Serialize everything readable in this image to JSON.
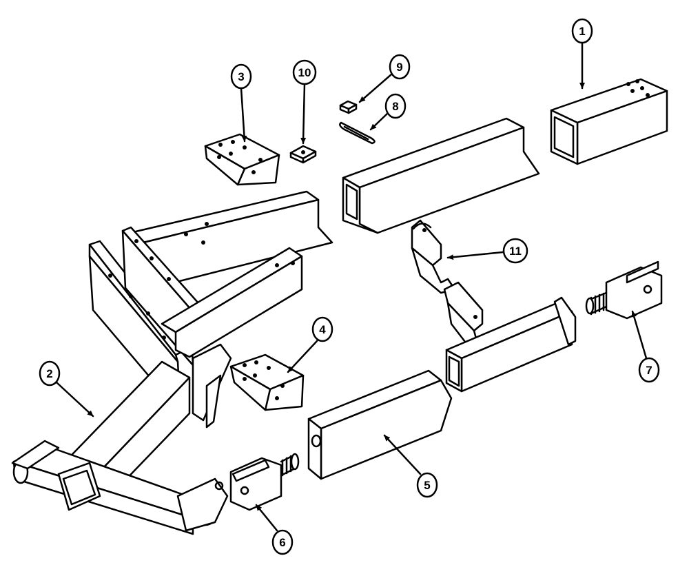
{
  "callouts": [
    {
      "id": "callout-1",
      "label": "1"
    },
    {
      "id": "callout-2",
      "label": "2"
    },
    {
      "id": "callout-3",
      "label": "3"
    },
    {
      "id": "callout-4",
      "label": "4"
    },
    {
      "id": "callout-5",
      "label": "5"
    },
    {
      "id": "callout-6",
      "label": "6"
    },
    {
      "id": "callout-7",
      "label": "7"
    },
    {
      "id": "callout-8",
      "label": "8"
    },
    {
      "id": "callout-9",
      "label": "9"
    },
    {
      "id": "callout-10",
      "label": "10"
    },
    {
      "id": "callout-11",
      "label": "11"
    }
  ],
  "colors": {
    "line": "#000000",
    "background": "#ffffff"
  }
}
